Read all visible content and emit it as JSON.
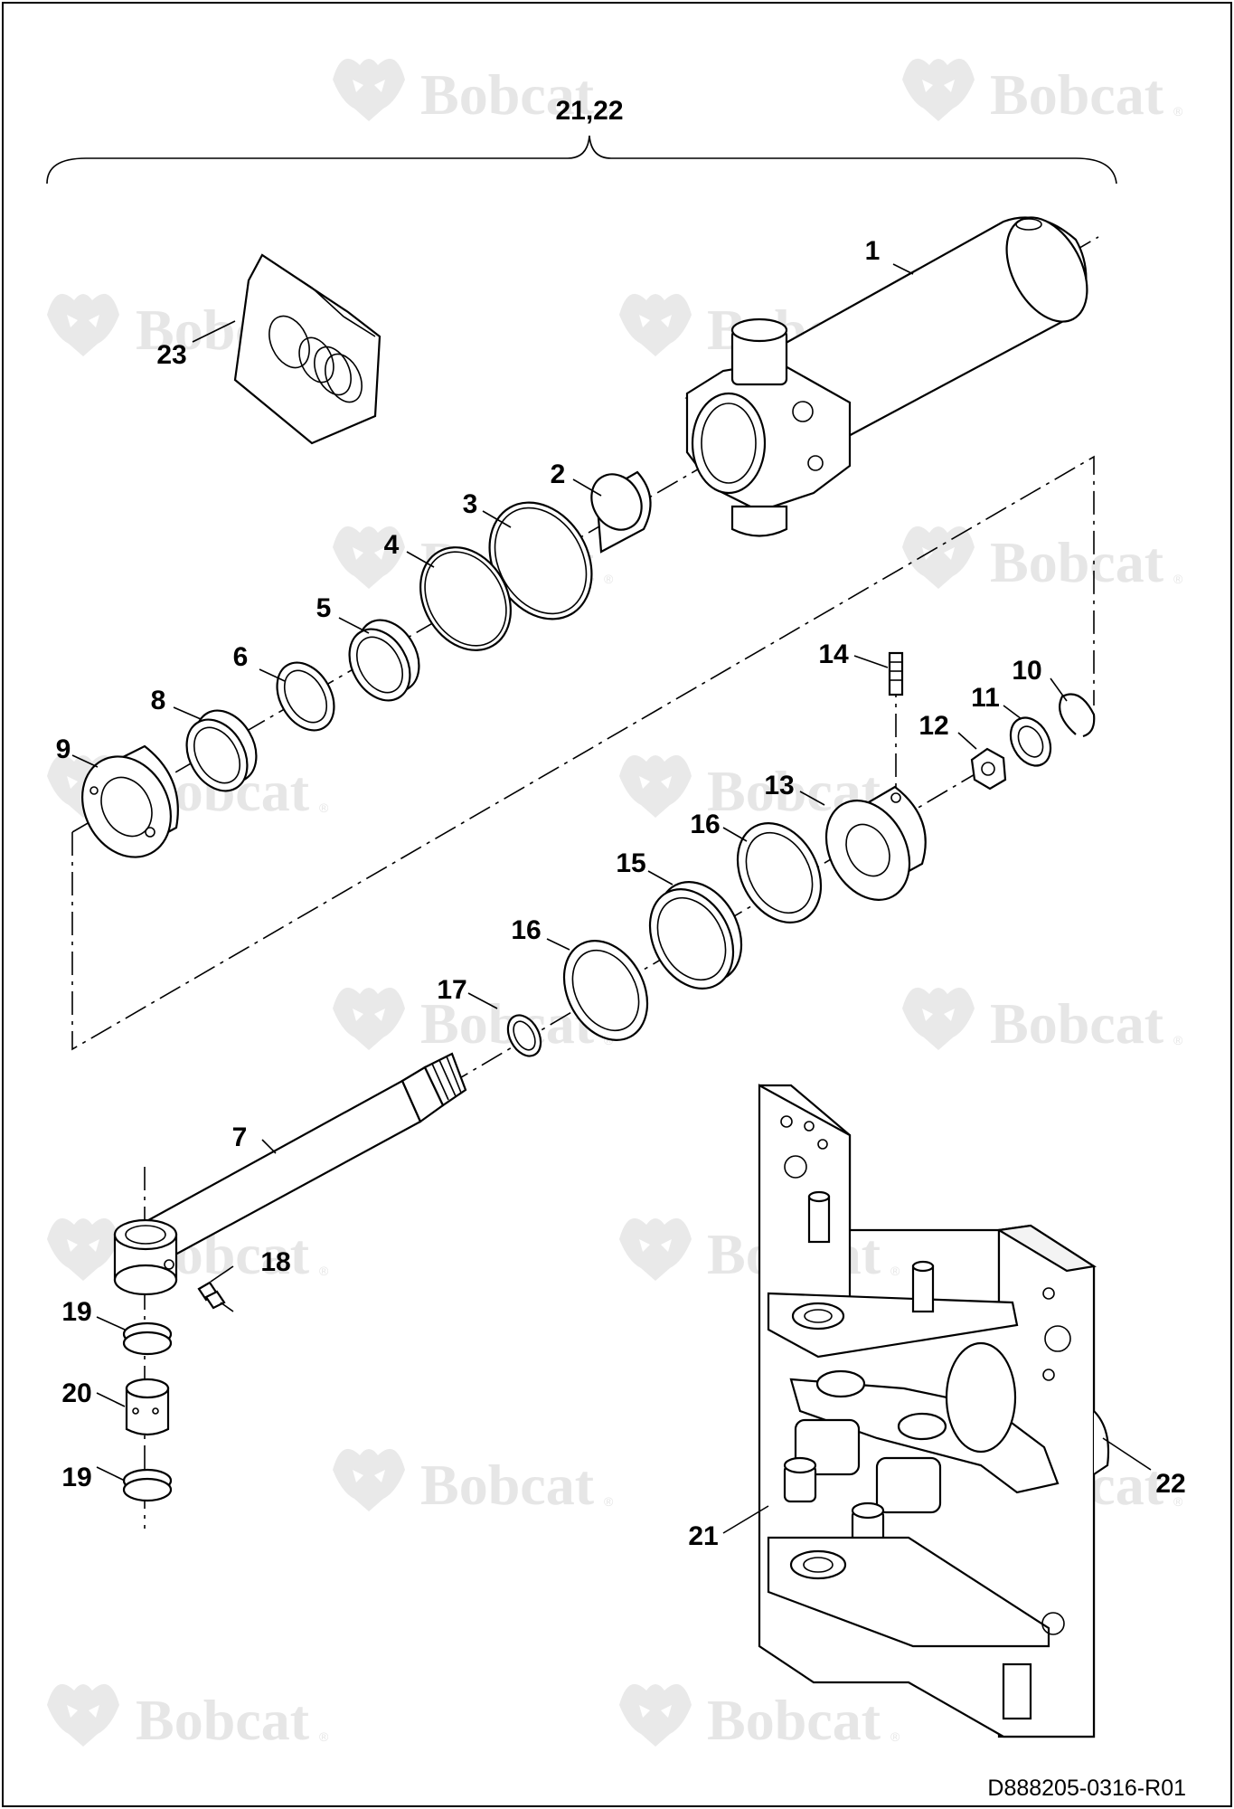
{
  "watermark": {
    "brand": "Bobcat",
    "registered": "®"
  },
  "document_number": "D888205-0316-R01",
  "assembly_callout": "21,22",
  "callouts": [
    {
      "id": "c1",
      "label": "1"
    },
    {
      "id": "c2",
      "label": "2"
    },
    {
      "id": "c3",
      "label": "3"
    },
    {
      "id": "c4",
      "label": "4"
    },
    {
      "id": "c5",
      "label": "5"
    },
    {
      "id": "c6",
      "label": "6"
    },
    {
      "id": "c7",
      "label": "7"
    },
    {
      "id": "c8",
      "label": "8"
    },
    {
      "id": "c9",
      "label": "9"
    },
    {
      "id": "c10",
      "label": "10"
    },
    {
      "id": "c11",
      "label": "11"
    },
    {
      "id": "c12",
      "label": "12"
    },
    {
      "id": "c13",
      "label": "13"
    },
    {
      "id": "c14",
      "label": "14"
    },
    {
      "id": "c15",
      "label": "15"
    },
    {
      "id": "c16a",
      "label": "16"
    },
    {
      "id": "c16b",
      "label": "16"
    },
    {
      "id": "c17",
      "label": "17"
    },
    {
      "id": "c18",
      "label": "18"
    },
    {
      "id": "c19a",
      "label": "19"
    },
    {
      "id": "c19b",
      "label": "19"
    },
    {
      "id": "c20",
      "label": "20"
    },
    {
      "id": "c21",
      "label": "21"
    },
    {
      "id": "c22",
      "label": "22"
    },
    {
      "id": "c23",
      "label": "23"
    }
  ]
}
